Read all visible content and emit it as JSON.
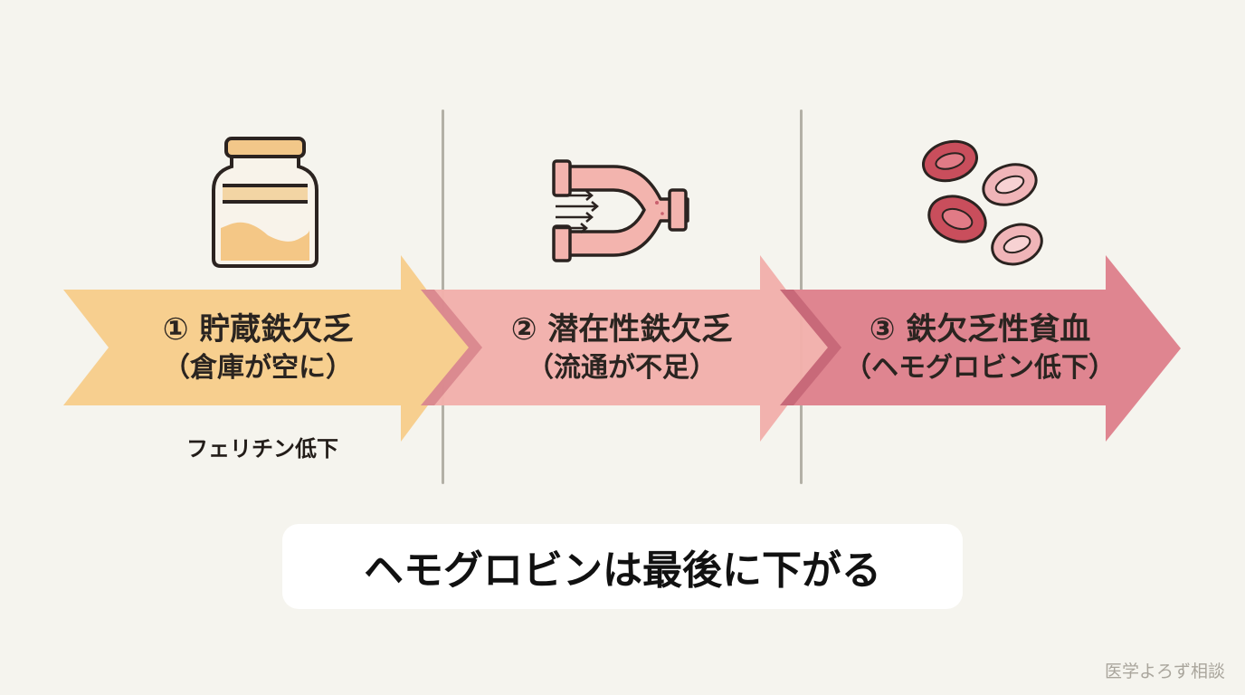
{
  "stages": [
    {
      "title": "① 貯蔵鉄欠乏",
      "subtitle": "（倉庫が空に）",
      "note": "フェリチン低下",
      "color": "#f7cf8f",
      "icon": "jar-icon"
    },
    {
      "title": "② 潜在性鉄欠乏",
      "subtitle": "（流通が不足）",
      "color": "#f2b0ab",
      "icon": "pipe-icon"
    },
    {
      "title": "③ 鉄欠乏性貧血",
      "subtitle": "（ヘモグロビン低下）",
      "color": "#df8590",
      "icon": "red-blood-cells-icon"
    }
  ],
  "summary": "ヘモグロビンは最後に下がる",
  "watermark": "医学よろず相談",
  "colors": {
    "background": "#f5f4ee",
    "divider": "#b3b0a6",
    "stage1": "#f7cf8f",
    "stage2": "#f2b0ab",
    "stage3": "#df8590",
    "icon_stroke": "#2b2320",
    "cell_dark": "#c94e5c",
    "cell_light": "#f0b5b8"
  }
}
